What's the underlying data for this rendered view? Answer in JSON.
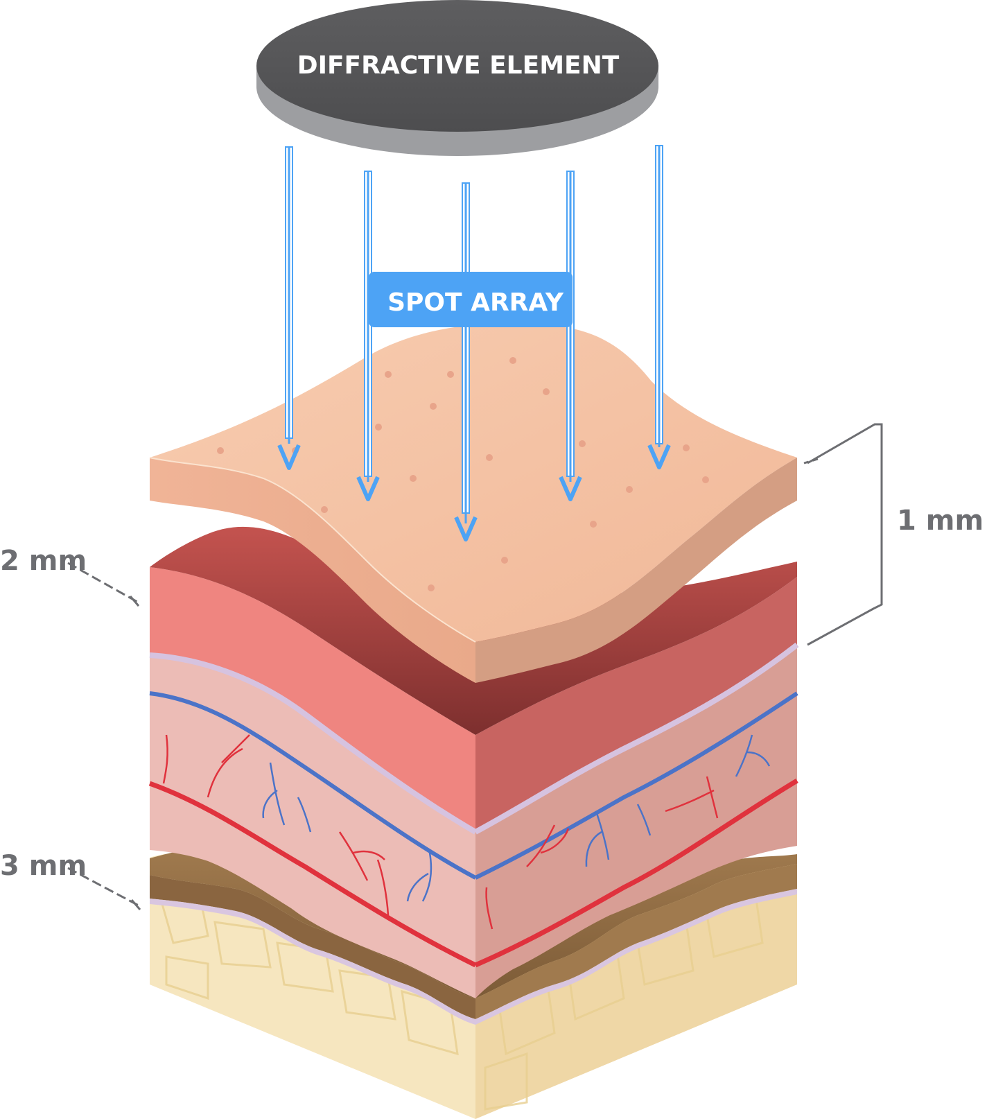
{
  "diagram": {
    "element_label": "DIFFRACTIVE ELEMENT",
    "array_label": "SPOT ARRAY",
    "callout_right": "1 mm",
    "callout_left_top": "2 mm",
    "callout_left_bottom": "3 mm"
  },
  "colors": {
    "element_top": "#58585a",
    "element_side": "#9d9ea1",
    "beam": "#4da3f5",
    "epidermis": "#f3c2a5",
    "dermis_upper": "#ef8580",
    "dermis_lower": "#ecbcb6",
    "artery": "#e0323d",
    "vein": "#4b73c8",
    "fat_layer": "#9e774c",
    "subcutis": "#f4e2b8"
  }
}
